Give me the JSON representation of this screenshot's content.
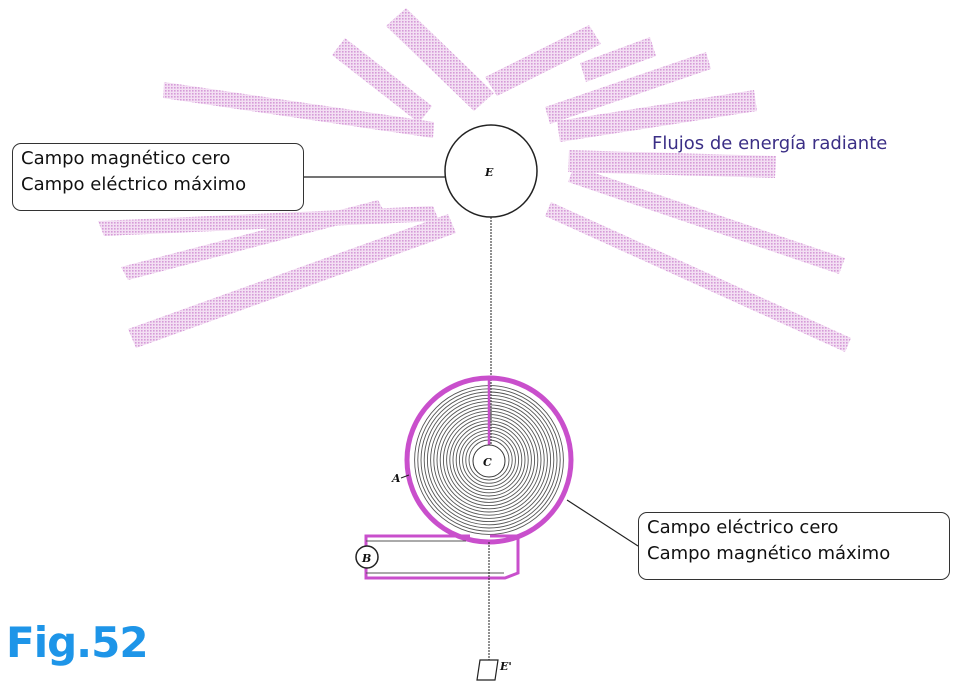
{
  "callouts": {
    "top": {
      "line1": "Campo magnético cero",
      "line2": "Campo eléctrico máximo"
    },
    "bottom": {
      "line1": "Campo eléctrico cero",
      "line2": "Campo magnético máximo"
    }
  },
  "annotation": "Flujos de energía radiante",
  "figure_label": "Fig.52",
  "letters": {
    "E": "E",
    "C": "C",
    "A": "A",
    "B": "B",
    "E2": "E'"
  },
  "colors": {
    "rays": "#e2b8e3",
    "coil_outline": "#c94fcc",
    "fig_label": "#1e95e8",
    "annotation": "#3b2f86"
  }
}
